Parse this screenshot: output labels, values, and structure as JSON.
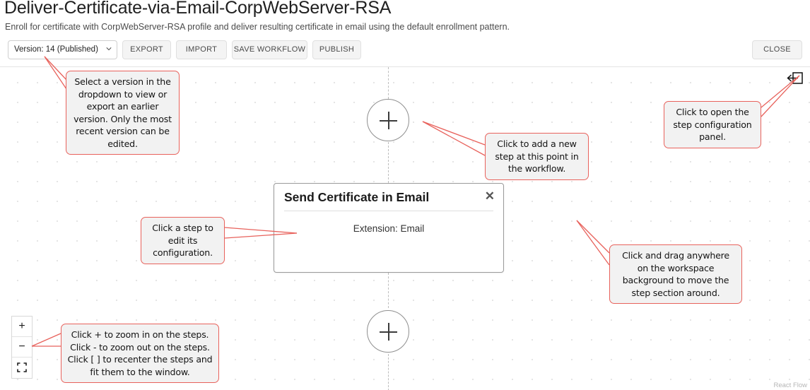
{
  "header": {
    "title": "Deliver-Certificate-via-Email-CorpWebServer-RSA",
    "subtitle": "Enroll for certificate with CorpWebServer-RSA profile and deliver resulting certificate in email using the default enrollment pattern."
  },
  "toolbar": {
    "version_value": "Version: 14 (Published)",
    "export_label": "EXPORT",
    "import_label": "IMPORT",
    "save_label": "SAVE WORKFLOW",
    "publish_label": "PUBLISH",
    "close_label": "CLOSE"
  },
  "canvas": {
    "step_card": {
      "title": "Send Certificate in Email",
      "close_glyph": "✕",
      "body": "Extension: Email"
    },
    "add_step_glyph": "+",
    "zoom_controls": {
      "zoom_in_label": "+",
      "zoom_out_label": "−",
      "fit_view_name": "fit-view"
    },
    "attribution": "React Flow"
  },
  "callouts": {
    "version": "Select a version in the dropdown to view or export an earlier version. Only the most recent version can be edited.",
    "add_step": "Click to add a new step at this point in the workflow.",
    "config_panel": "Click to open the step configuration panel.",
    "edit_step": "Click a step to edit its configuration.",
    "drag_canvas": "Click and drag anywhere on the workspace background to move the step section around.",
    "zoom": "Click + to zoom in on the steps. Click - to zoom out on the steps. Click [ ] to recenter the steps and fit them to the window."
  },
  "colors": {
    "callout_border": "#e8625c",
    "callout_bg": "#f2f2f2",
    "toolbar_button_bg": "#f4f4f4"
  }
}
